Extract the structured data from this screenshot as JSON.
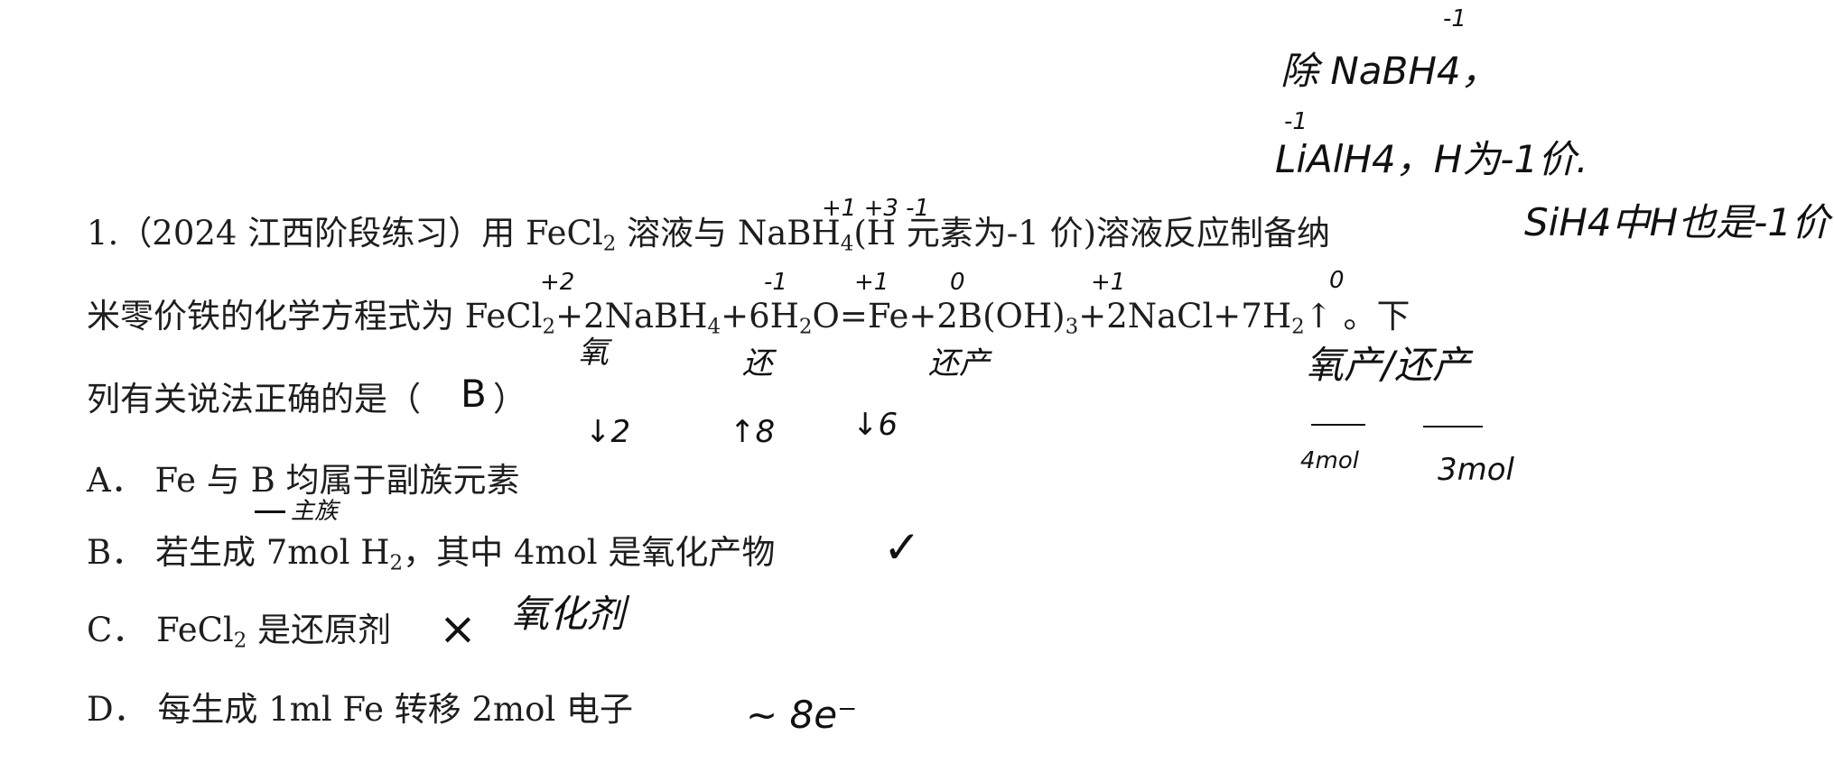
{
  "question": {
    "number": "1.",
    "source": "（2024 江西阶段练习）",
    "line1": {
      "a": "用 FeCl",
      "b": "2",
      "c": " 溶液与 NaBH",
      "d": "4",
      "e": "(H 元素为-1 价)溶液反应制备纳"
    },
    "line2": {
      "prefix": "米零价铁的化学方程式为 ",
      "t1": "FeCl",
      "s1": "2",
      "t2": "+2NaBH",
      "s2": "4",
      "t3": "+6H",
      "s3": "2",
      "t4": "O=Fe+2B(OH)",
      "s4": "3",
      "t5": "+2NaCl+7H",
      "s5": "2",
      "t6": "↑ 。下"
    },
    "line3": {
      "text": "列有关说法正确的是（",
      "close": "）"
    },
    "options": [
      {
        "letter": "A．",
        "text": "Fe 与 B 均属于副族元素"
      },
      {
        "letter": "B．",
        "a": "若生成 7mol H",
        "sub": "2",
        "b": "，其中 4mol 是氧化产物"
      },
      {
        "letter": "C．",
        "a": "FeCl",
        "sub": "2",
        "b": " 是还原剂"
      },
      {
        "letter": "D．",
        "text": "每生成 1ml Fe 转移 2mol 电子"
      }
    ]
  },
  "handwriting": {
    "top_right_1": "除 NaBH4，",
    "top_right_1_mark": "-1",
    "top_right_2": "LiAlH4，H为-1价.",
    "top_right_2_mark": "-1",
    "right_note": "SiH4中H也是-1价",
    "nabh4_charges": "+1 +3 -1",
    "fe_charge": "+2",
    "h_charge_left": "-1",
    "h2o_charge": "+1",
    "fe_product_charge": "0",
    "oh_charge": "+1",
    "h2_charge": "0",
    "under_fecl2": "氧",
    "under_nabh4": "还",
    "under_fe": "还产",
    "under_h2": "氧产/还产",
    "delta_fe": "↓2",
    "delta_b": "↑8",
    "delta_h": "↓6",
    "mol_ox": "4mol",
    "mol_red": "3mol",
    "answer": "B",
    "main_group_note": "主族",
    "check": "✓",
    "cross": "×",
    "oxidant_note": "氧化剂",
    "electrons": "~ 8e⁻"
  }
}
